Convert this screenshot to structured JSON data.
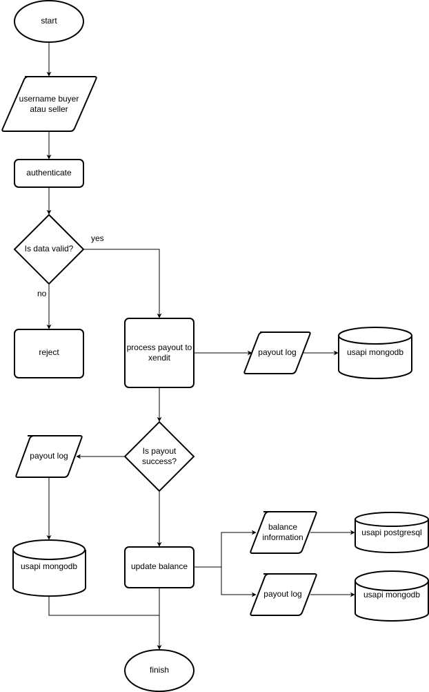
{
  "diagram": {
    "type": "flowchart",
    "nodes": {
      "start": {
        "label": "start",
        "kind": "terminator"
      },
      "input_user": {
        "label_lines": [
          "username buyer",
          "atau seller"
        ],
        "kind": "data"
      },
      "authenticate": {
        "label": "authenticate",
        "kind": "process"
      },
      "valid_check": {
        "label": "Is data valid?",
        "kind": "decision"
      },
      "reject": {
        "label": "reject",
        "kind": "process"
      },
      "process_payout": {
        "label_lines": [
          "process payout to",
          "xendit"
        ],
        "kind": "process"
      },
      "payout_log_1": {
        "label": "payout log",
        "kind": "data"
      },
      "mongodb_1": {
        "label": "usapi mongodb",
        "kind": "database"
      },
      "payout_success_check": {
        "label_lines": [
          "Is payout",
          "success?"
        ],
        "kind": "decision"
      },
      "payout_log_2": {
        "label": "payout log",
        "kind": "data"
      },
      "mongodb_2": {
        "label": "usapi mongodb",
        "kind": "database"
      },
      "update_balance": {
        "label": "update balance",
        "kind": "process"
      },
      "balance_info": {
        "label_lines": [
          "balance",
          "information"
        ],
        "kind": "data"
      },
      "postgresql": {
        "label": "usapi postgresql",
        "kind": "database"
      },
      "payout_log_3": {
        "label": "payout log",
        "kind": "data"
      },
      "mongodb_3": {
        "label": "usapi mongodb",
        "kind": "database"
      },
      "finish": {
        "label": "finish",
        "kind": "terminator"
      }
    },
    "edges": [
      {
        "from": "start",
        "to": "input_user"
      },
      {
        "from": "input_user",
        "to": "authenticate"
      },
      {
        "from": "authenticate",
        "to": "valid_check"
      },
      {
        "from": "valid_check",
        "to": "process_payout",
        "label": "yes"
      },
      {
        "from": "valid_check",
        "to": "reject",
        "label": "no"
      },
      {
        "from": "process_payout",
        "to": "payout_log_1"
      },
      {
        "from": "payout_log_1",
        "to": "mongodb_1"
      },
      {
        "from": "process_payout",
        "to": "payout_success_check"
      },
      {
        "from": "payout_success_check",
        "to": "payout_log_2"
      },
      {
        "from": "payout_log_2",
        "to": "mongodb_2"
      },
      {
        "from": "payout_success_check",
        "to": "update_balance"
      },
      {
        "from": "update_balance",
        "to": "balance_info"
      },
      {
        "from": "update_balance",
        "to": "payout_log_3"
      },
      {
        "from": "balance_info",
        "to": "postgresql"
      },
      {
        "from": "payout_log_3",
        "to": "mongodb_3"
      },
      {
        "from": "mongodb_2",
        "to": "finish"
      },
      {
        "from": "update_balance",
        "to": "finish"
      }
    ],
    "edge_labels": {
      "yes": "yes",
      "no": "no"
    }
  }
}
